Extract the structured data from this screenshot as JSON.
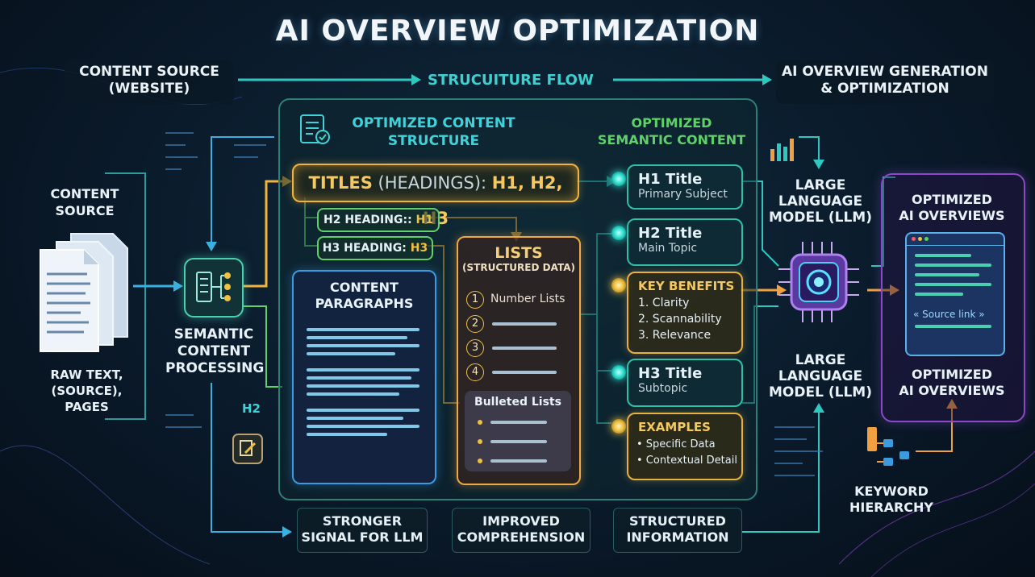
{
  "title": "AI OVERVIEW OPTIMIZATION",
  "header": {
    "left": "CONTENT SOURCE\n(WEBSITE)",
    "flow": "STRUCUITURE FLOW",
    "right": "AI OVERVIEW GENERATION\n& OPTIMIZATION"
  },
  "left": {
    "content_source": "CONTENT\nSOURCE",
    "raw_text": "RAW TEXT,\n(SOURCE),\nPAGES",
    "semantic": "SEMANTIC\nCONTENT\nPROCESSING",
    "h2_tag": "H2"
  },
  "structure": {
    "title": "OPTIMIZED CONTENT\nSTRUCTURE",
    "titles_box_prefix": "TITLES",
    "titles_box_mid": " (HEADINGS): ",
    "titles_box_suffix": "H1, H2, H3",
    "h2_heading": "H2 HEADING:: ",
    "h2_tag": "H1",
    "h3_heading": "H3 HEADING: ",
    "h3_tag": "H3",
    "paragraphs_title": "CONTENT\nPARAGRAPHS",
    "lists_title": "LISTS",
    "lists_sub": "(STRUCTURED DATA)",
    "number_list": "Number Lists",
    "numbers": [
      "1",
      "2",
      "3",
      "4"
    ],
    "bulleted": "Bulleted Lists"
  },
  "semantic": {
    "title": "OPTIMIZED\nSEMANTIC CONTENT",
    "h1_title": "H1 Title",
    "h1_sub": "Primary Subject",
    "h2_title": "H2 Title",
    "h2_sub": "Main Topic",
    "benefits_title": "KEY BENEFITS",
    "benefits": [
      "1. Clarity",
      "2. Scannability",
      "3. Relevance"
    ],
    "h3_title": "H3 Title",
    "h3_sub": "Subtopic",
    "examples_title": "EXAMPLES",
    "examples": [
      "• Specific Data",
      "• Contextual Detail"
    ]
  },
  "llm": {
    "top": "LARGE\nLANGUAGE\nMODEL (LLM)",
    "bottom": "LARGE\nLANGUAGE\nMODEL (LLM)"
  },
  "right": {
    "top": "OPTIMIZED\nAI OVERVIEWS",
    "source_link": "« Source link »",
    "bottom": "OPTIMIZED\nAI OVERVIEWS",
    "keyword": "KEYWORD\nHIERARCHY"
  },
  "bottom": {
    "b1": "STRONGER\nSIGNAL FOR LLM",
    "b2": "IMPROVED\nCOMPREHENSION",
    "b3": "STRUCTURED\nINFORMATION"
  },
  "colors": {
    "accent_teal": "#3fd3d9",
    "accent_yellow": "#f0b43c",
    "accent_green": "#5fd06a",
    "accent_blue": "#3a9be0",
    "background": "#0a1a2a"
  }
}
